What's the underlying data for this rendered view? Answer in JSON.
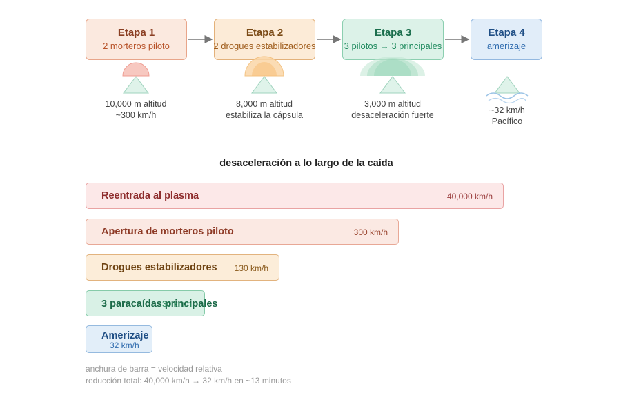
{
  "stages": [
    {
      "title": "Etapa 1",
      "subtitle": "2 morteros piloto",
      "caption": [
        "10,000 m altitud",
        "~300 km/h"
      ]
    },
    {
      "title": "Etapa 2",
      "subtitle": "2 drogues estabilizadores",
      "caption": [
        "8,000 m altitud",
        "estabiliza la cápsula"
      ]
    },
    {
      "title": "Etapa 3",
      "subtitle": "3 pilotos → 3 principales",
      "caption": [
        "3,000 m altitud",
        "desaceleración fuerte"
      ]
    },
    {
      "title": "Etapa 4",
      "subtitle": "amerizaje",
      "caption": [
        "~32 km/h",
        "Pacífico"
      ]
    }
  ],
  "section_title": "desaceleración a lo largo de la caída",
  "bars": [
    {
      "label": "Reentrada al plasma",
      "value": "40,000 km/h",
      "relative": 1.0
    },
    {
      "label": "Apertura de morteros piloto",
      "value": "300 km/h",
      "relative": 0.75
    },
    {
      "label": "Drogues estabilizadores",
      "value": "130 km/h",
      "relative": 0.46
    },
    {
      "label": "3 paracaídas principales",
      "value": "30 km/h",
      "relative": 0.29
    },
    {
      "label": "Amerizaje",
      "value": "32 km/h",
      "relative": 0.16
    }
  ],
  "notes": [
    "anchura de barra = velocidad relativa",
    "reducción total: 40,000 km/h → 32 km/h en ~13 minutos"
  ],
  "colors": {
    "stage1": "#fbe9df",
    "stage2": "#fcebd7",
    "stage3": "#dcf2e8",
    "stage4": "#e1edf9",
    "capsule_fill": "#dff3ea",
    "capsule_stroke": "#9fd3bd",
    "arrow": "#777777"
  }
}
